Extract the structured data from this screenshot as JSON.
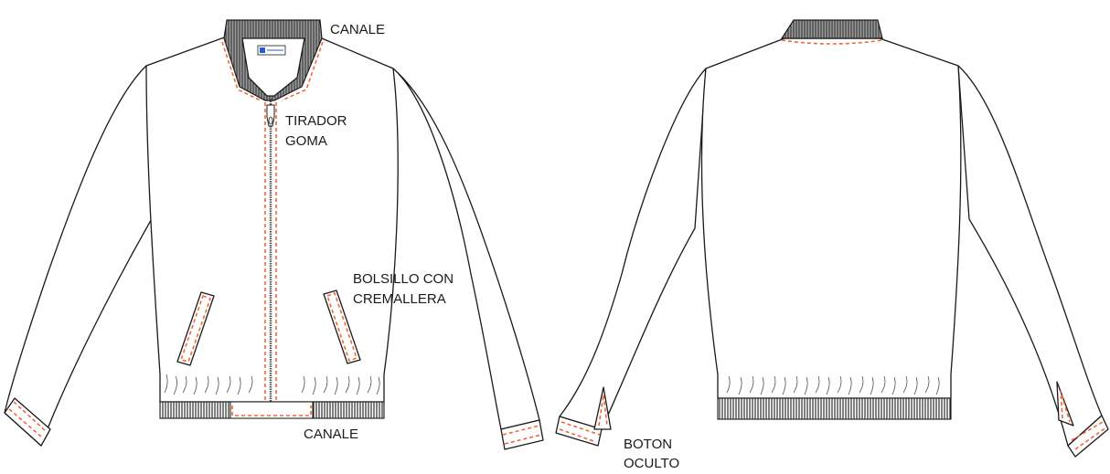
{
  "colors": {
    "outline": "#1a1a1a",
    "stitch": "#f0683a",
    "rib_fill": "#8a8a8a",
    "rib_line": "#2b2b2b",
    "zipper": "#555555"
  },
  "labels": {
    "collar": "CANALE",
    "zipper_pull_line1": "TIRADOR",
    "zipper_pull_line2": "GOMA",
    "pocket_line1": "BOLSILLO CON",
    "pocket_line2": "CREMALLERA",
    "hem": "CANALE",
    "button_line1": "BOTON",
    "button_line2": "OCULTO"
  },
  "icons": {
    "brand_tag": "brand-label-tag",
    "zipper_pull": "zipper-pull-icon"
  }
}
